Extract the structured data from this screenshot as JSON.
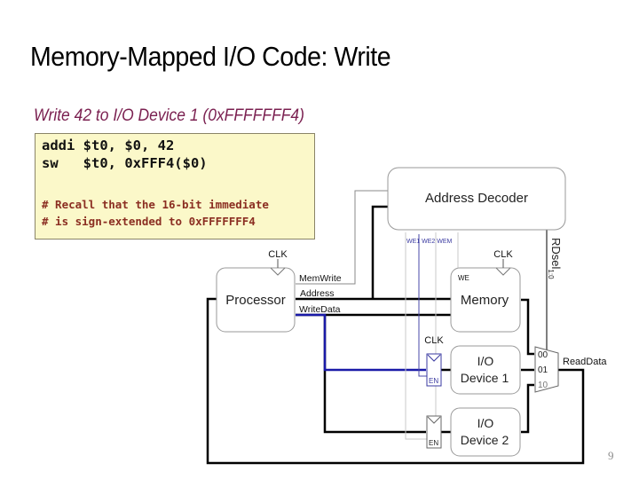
{
  "slide": {
    "title": "Memory-Mapped I/O Code: Write",
    "subtitle": "Write 42 to I/O Device 1 (0xFFFFFFF4)",
    "page_number": "9"
  },
  "code": {
    "lines": [
      "addi $t0, $0, 42",
      "sw   $t0, 0xFFF4($0)"
    ],
    "comments": [
      "# Recall that the 16-bit immediate",
      "# is sign-extended to 0xFFFFFFF4"
    ]
  },
  "diagram": {
    "blocks": {
      "address_decoder": "Address Decoder",
      "processor": "Processor",
      "memory": "Memory",
      "io_device_1_line1": "I/O",
      "io_device_1_line2": "Device 1",
      "io_device_2_line1": "I/O",
      "io_device_2_line2": "Device 2"
    },
    "signals": {
      "mem_write": "MemWrite",
      "address": "Address",
      "write_data": "WriteData",
      "read_data": "ReadData",
      "rdsel": "RDsel",
      "rdsel_sub": "1:0",
      "we": "WE",
      "we_decoder_labels": "WE1  WE2  WEM",
      "clk_processor": "CLK",
      "clk_memory": "CLK",
      "clk_io": "CLK",
      "en_1": "EN",
      "en_2": "EN"
    },
    "mux_inputs": [
      "00",
      "01",
      "10"
    ],
    "colors": {
      "highlight": "#1a1aa8",
      "wire": "#000000",
      "thin_wire": "#888888"
    }
  }
}
